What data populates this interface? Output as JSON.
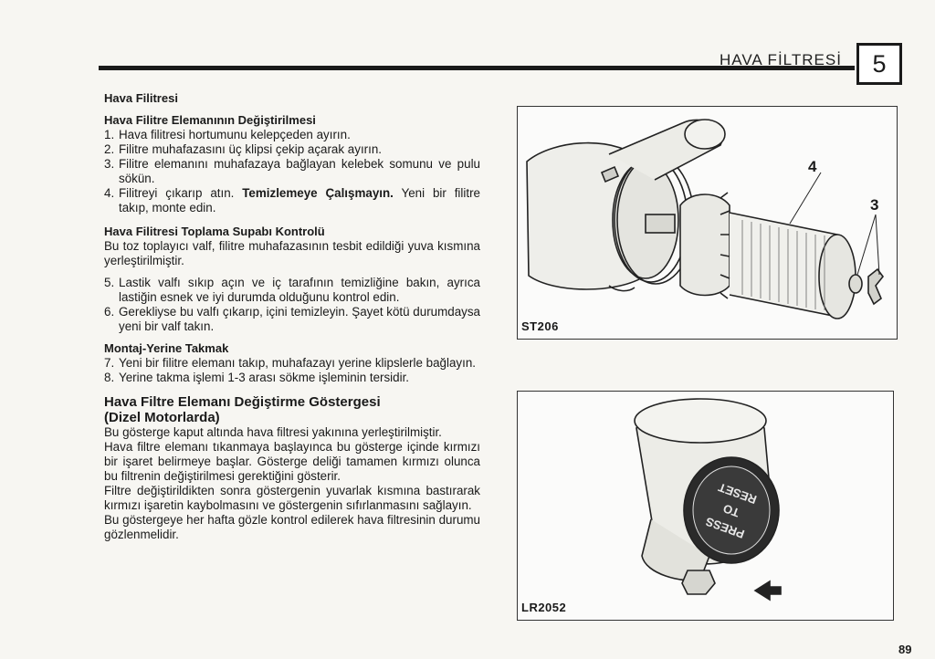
{
  "header": {
    "title": "HAVA FİLTRESİ",
    "chapter": "5"
  },
  "sections": {
    "main_title": "Hava Filitresi",
    "replace": {
      "title": "Hava Filitre Elemanının Değiştirilmesi",
      "steps": [
        {
          "n": "1.",
          "text": "Hava filitresi hortumunu kelepçeden ayırın."
        },
        {
          "n": "2.",
          "text": "Filitre muhafazasını üç klipsi çekip açarak ayırın."
        },
        {
          "n": "3.",
          "text": "Filitre elemanını muhafazaya bağlayan kelebek somunu ve pulu sökün."
        },
        {
          "n": "4.",
          "text_a": "Filitreyi çıkarıp atın. ",
          "text_bold": "Temizlemeye Çalışmayın.",
          "text_b": " Yeni bir filitre takıp, monte edin."
        }
      ]
    },
    "valve": {
      "title": "Hava Filitresi Toplama Supabı Kontrolü",
      "intro": "Bu toz toplayıcı valf, filitre muhafazasının tesbit edildiği yuva kısmına yerleştirilmiştir.",
      "steps": [
        {
          "n": "5.",
          "text": "Lastik valfı sıkıp açın ve iç tarafının temizliğine bakın, ayrıca lastiğin esnek ve iyi durumda olduğunu kontrol edin."
        },
        {
          "n": "6.",
          "text": "Gerekliyse bu valfı çıkarıp, içini temizleyin. Şayet kötü durumdaysa yeni bir valf takın."
        }
      ]
    },
    "assembly": {
      "title": "Montaj-Yerine Takmak",
      "steps": [
        {
          "n": "7.",
          "text": "Yeni bir filitre elemanı takıp, muhafazayı yerine klipslerle bağlayın."
        },
        {
          "n": "8.",
          "text": "Yerine takma işlemi 1-3 arası sökme işleminin tersidir."
        }
      ]
    },
    "indicator": {
      "title_line1": "Hava Filtre Elemanı Değiştirme Göstergesi",
      "title_line2": "(Dizel Motorlarda)",
      "paragraphs": [
        "Bu gösterge kaput altında hava filtresi yakınına yerleştirilmiştir.",
        "Hava filtre elemanı tıkanmaya başlayınca bu gösterge içinde kırmızı bir işaret belirmeye başlar. Gösterge deliği tamamen kırmızı olunca bu filtrenin değiştirilmesi gerektiğini gösterir.",
        "Filtre değiştirildikten sonra göstergenin yuvarlak kısmına bastırarak kırmızı işaretin kaybolmasını ve göstergenin sıfırlanmasını sağlayın.",
        "Bu göstergeye her hafta gözle kontrol edilerek hava filtresinin durumu gözlenmelidir."
      ]
    }
  },
  "figures": [
    {
      "code": "ST206",
      "callouts": [
        "4",
        "3"
      ]
    },
    {
      "code": "LR2052",
      "reset_label": [
        "PRESS",
        "TO",
        "RESET"
      ]
    }
  ],
  "page_number": "89"
}
